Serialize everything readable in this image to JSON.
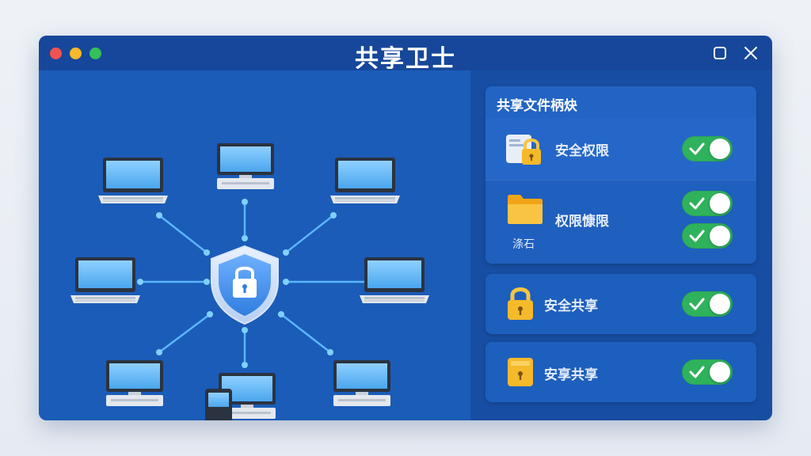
{
  "window": {
    "title": "共享卫士"
  },
  "panel": {
    "title": "共享文件柄炔",
    "rows": [
      {
        "label": "安全权限",
        "icon": "lock-file-icon",
        "enabled": true
      },
      {
        "label": "权限慷限",
        "sublabel": "涤石",
        "icon": "folder-icon",
        "toggles": [
          true,
          true
        ]
      }
    ]
  },
  "cards": [
    {
      "label": "安全共享",
      "icon": "padlock-icon",
      "enabled": true
    },
    {
      "label": "安享共享",
      "icon": "padlock-icon",
      "enabled": true
    }
  ],
  "colors": {
    "window_blue": "#1a56b0",
    "titlebar_blue": "#17479a",
    "toggle_on": "#2fb25c",
    "accent_cyan": "#59c3ff"
  }
}
